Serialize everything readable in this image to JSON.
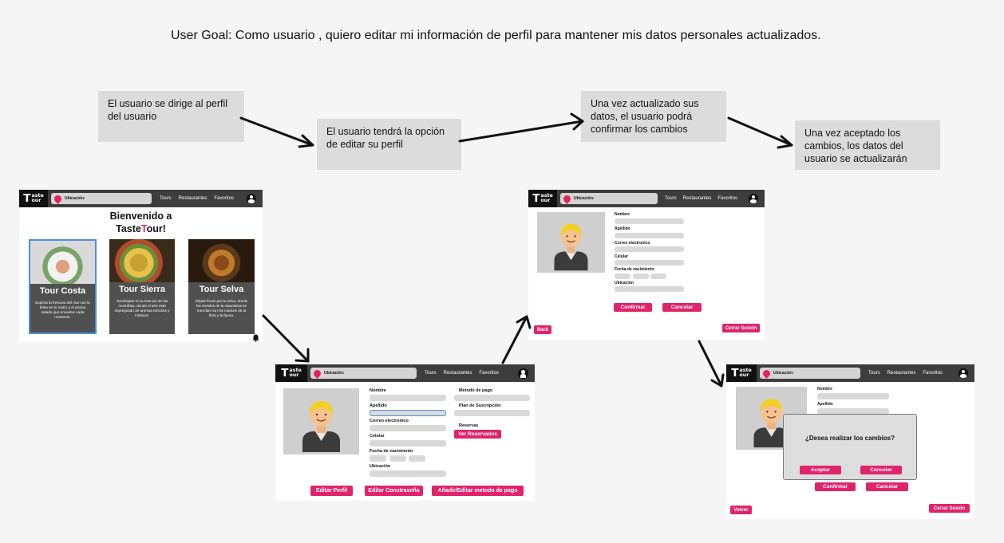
{
  "goal": "User Goal: Como usuario , quiero editar mi información de perfil para mantener mis datos personales actualizados.",
  "notes": [
    "El usuario se dirige al perfil del usuario",
    "El usuario tendrá la opción de editar su perfil",
    "Una vez actualizado sus datos, el usuario podrá confirmar los cambios",
    "Una vez aceptado los cambios, los datos del usuario se actualizarán"
  ],
  "nav": {
    "logo_big": "T",
    "logo_top": "aste",
    "logo_bottom": "our",
    "search_label": "Ubicación:",
    "links": [
      "Tours",
      "Restaurantes",
      "Favoritos"
    ]
  },
  "home": {
    "welcome_1": "Bienvenido a",
    "welcome_brand_a": "Taste",
    "welcome_brand_b": "T",
    "welcome_brand_c": "our!",
    "cards": [
      {
        "title": "Tour Costa",
        "desc": "Explora la frescura del mar con la brisa en tu rostro y el aroma salado que envuelve cada momento."
      },
      {
        "title": "Tour Sierra",
        "desc": "Sumérgete en la esencia de las montañas, donde el aire está impregnado de aromas terrosos y místicos."
      },
      {
        "title": "Tour Selva",
        "desc": "Déjate llevar por la selva, donde los sonidos de la naturaleza se mezclan con los matices de la flora y la fauna."
      }
    ]
  },
  "profile": {
    "nombre": "Nombre",
    "apellido": "Apellido",
    "correo": "Correo electronico",
    "celular": "Celular",
    "fecha": "Fecha de nacimiento",
    "ubicacion": "Ubicación",
    "metodo_pago": "Metodo de pago",
    "plan": "Plan de Suscripción",
    "reservas": "Reservas",
    "ver_reservados": "Ver Reservados",
    "editar_perfil": "Editar Perfil",
    "editar_contrasena": "Editar Constraseña",
    "anadir_metodo": "Añadir/Editar metodo de pago"
  },
  "edit": {
    "confirmar": "Confirmar",
    "cancelar": "Cancelar",
    "back": "Back",
    "cerrar_sesion": "Cerrar Sesión"
  },
  "confirm": {
    "question": "¿Desea realizar los cambios?",
    "aceptar": "Aceptar",
    "cancelar": "Cancelar",
    "confirmar": "Confirmar",
    "volver": "Volver",
    "cerrar_sesion": "Cerrar Sesión"
  },
  "colors": {
    "accent": "#e0246c",
    "nav": "#3d3d3d",
    "note": "#dcdcdc"
  }
}
